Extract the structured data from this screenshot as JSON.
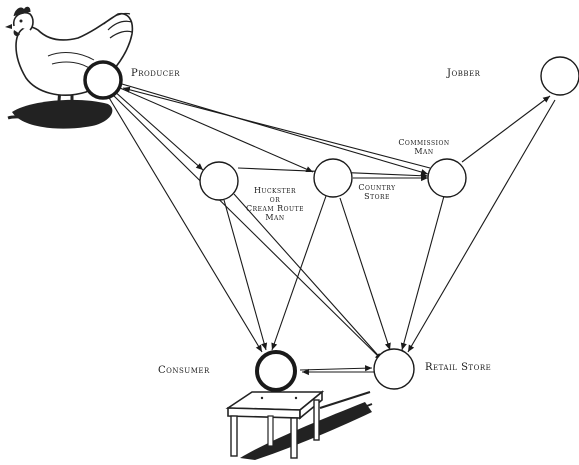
{
  "labels": {
    "producer": "Producer",
    "jobber": "Jobber",
    "commission": [
      "Commission",
      "Man"
    ],
    "huckster": [
      "Huckster",
      "or",
      "Cream Route",
      "Man"
    ],
    "country": [
      "Country",
      "Store"
    ],
    "consumer": "Consumer",
    "retail": "Retail Store"
  },
  "illustrations": [
    "hen-illustration",
    "table-illustration"
  ]
}
